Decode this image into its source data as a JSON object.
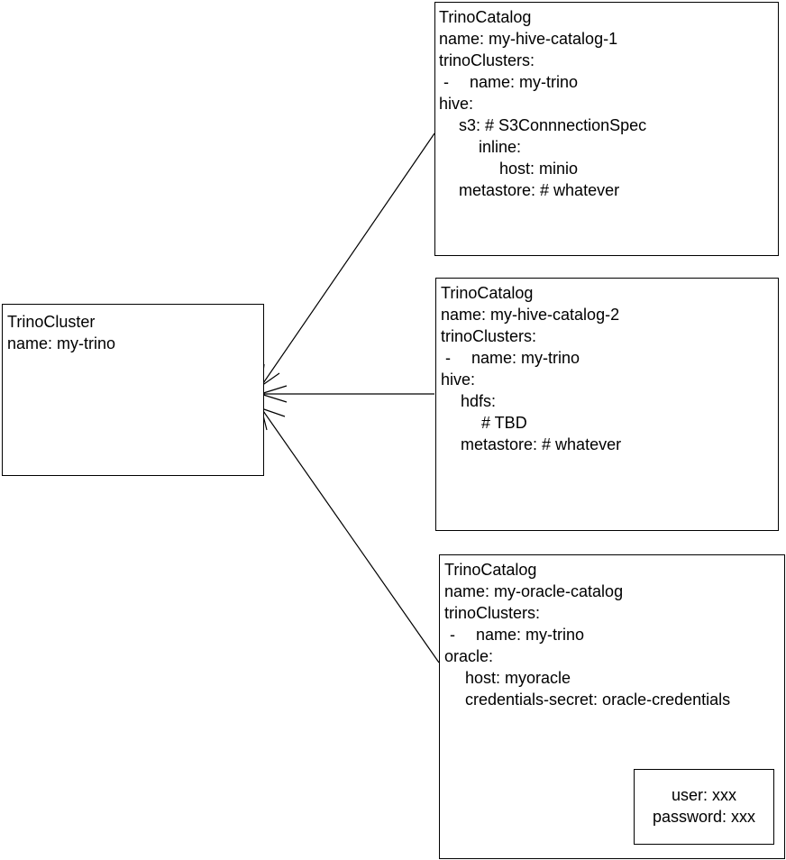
{
  "cluster": {
    "kind": "TrinoCluster",
    "name": "name: my-trino"
  },
  "catalog1": {
    "kind": "TrinoCatalog",
    "name": "name: my-hive-catalog-1",
    "clusters_label": "trinoClusters:",
    "dash": "-",
    "cluster_ref": "name: my-trino",
    "hive": "hive:",
    "s3": "s3: # S3ConnnectionSpec",
    "inline": "inline:",
    "host": "host: minio",
    "metastore": "metastore: # whatever"
  },
  "catalog2": {
    "kind": "TrinoCatalog",
    "name": "name: my-hive-catalog-2",
    "clusters_label": "trinoClusters:",
    "dash": "-",
    "cluster_ref": "name: my-trino",
    "hive": "hive:",
    "hdfs": "hdfs:",
    "tbd": "# TBD",
    "metastore": "metastore: # whatever"
  },
  "catalog3": {
    "kind": "TrinoCatalog",
    "name": "name: my-oracle-catalog",
    "clusters_label": "trinoClusters:",
    "dash": "-",
    "cluster_ref": "name: my-trino",
    "oracle": "oracle:",
    "host": "host: myoracle",
    "secret": "credentials-secret: oracle-credentials"
  },
  "secret": {
    "user": "user: xxx",
    "password": "password: xxx"
  }
}
